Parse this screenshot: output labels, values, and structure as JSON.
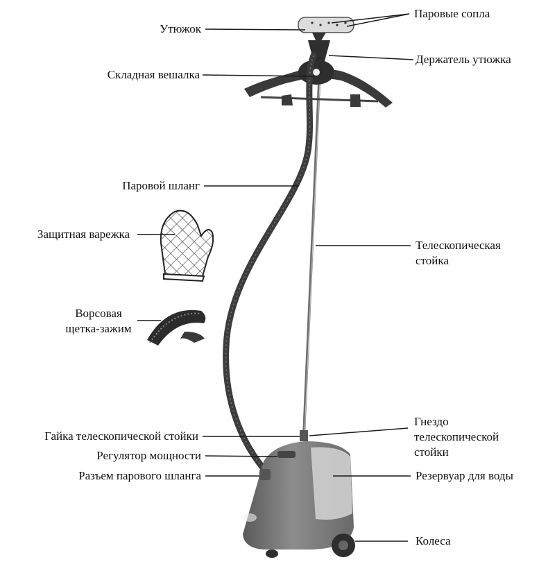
{
  "labels": {
    "iron": "Утюжок",
    "nozzles": "Паровые сопла",
    "iron_holder": "Держатель утюжка",
    "hanger": "Складная вешалка",
    "hose": "Паровой шланг",
    "mitten": "Защитная варежка",
    "brush_line1": "Ворсовая",
    "brush_line2": "щетка-зажим",
    "telescopic_pole_line1": "Телескопическая",
    "telescopic_pole_line2": "стойка",
    "pole_nut": "Гайка телескопической стойки",
    "pole_socket_line1": "Гнездо",
    "pole_socket_line2": "телескопической",
    "pole_socket_line3": "стойки",
    "power_regulator": "Регулятор мощности",
    "hose_connector": "Разъем парового шланга",
    "water_tank": "Резервуар для воды",
    "wheels": "Колеса"
  },
  "colors": {
    "line": "#1a1a1a",
    "body": "#7a7a7a",
    "body_dark": "#4a4a4a",
    "hose": "#3c3c3c",
    "tank": "#c9c9c9"
  }
}
